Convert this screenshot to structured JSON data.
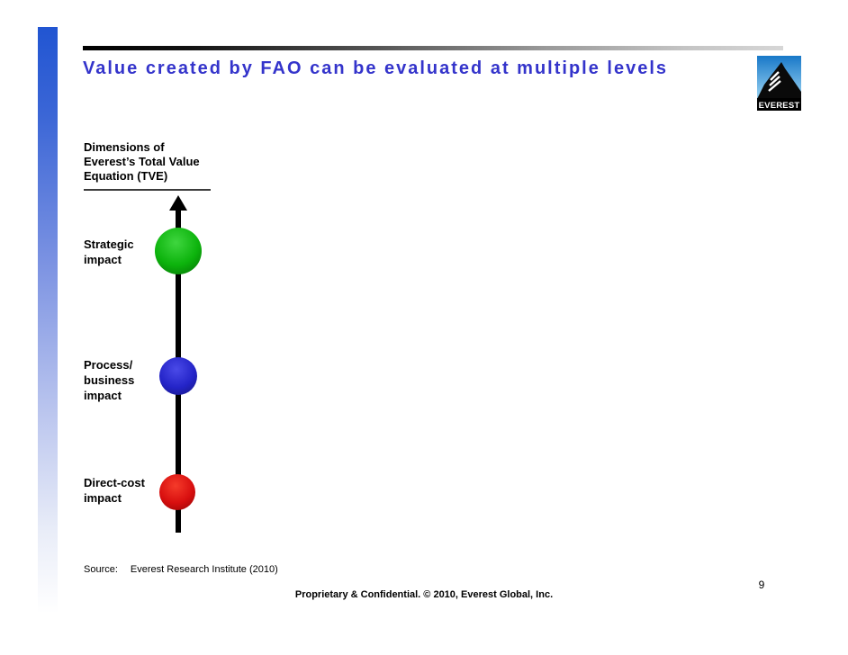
{
  "slide": {
    "title": "Value created by FAO can be evaluated at multiple levels",
    "page_number": "9",
    "footer": "Proprietary & Confidential. © 2010, Everest Global, Inc.",
    "source_label": "Source:",
    "source_text": "Everest Research Institute (2010)"
  },
  "logo": {
    "text": "EVEREST",
    "sky_top": "#1878c8",
    "sky_bottom": "#9bd4f2"
  },
  "diagram": {
    "axis_label": "Dimensions of Everest’s Total Value Equation (TVE)",
    "levels": [
      {
        "label": "Strategic impact",
        "color_light": "#3fd63f",
        "color": "#0cb30c",
        "color_dark": "#056b05"
      },
      {
        "label": "Process/ business impact",
        "color_light": "#4a4ae8",
        "color": "#2424c8",
        "color_dark": "#15157d"
      },
      {
        "label": "Direct-cost impact",
        "color_light": "#f53b2a",
        "color": "#d80f0f",
        "color_dark": "#8f0404"
      }
    ]
  },
  "colors": {
    "title_blue": "#3434cb",
    "left_bar_blue": "#2155d2",
    "top_bar_start": "#000000",
    "top_bar_end": "#d6d6d6"
  }
}
